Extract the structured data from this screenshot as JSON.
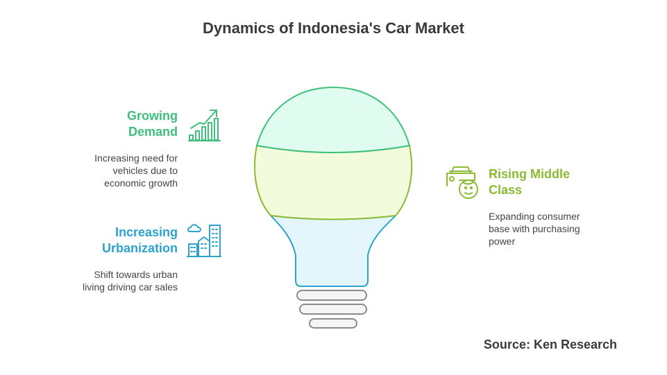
{
  "title": "Dynamics of Indonesia's Car Market",
  "items": [
    {
      "heading": "Growing Demand",
      "description": "Increasing need for vehicles due to economic growth",
      "color": "#3cbf7a",
      "icon": "growth-chart-icon"
    },
    {
      "heading": "Rising Middle Class",
      "description": "Expanding consumer base with purchasing power",
      "color": "#8bbb33",
      "icon": "car-and-person-icon"
    },
    {
      "heading": "Increasing Urbanization",
      "description": "Shift towards urban living driving car sales",
      "color": "#2ba3cc",
      "icon": "city-buildings-icon"
    }
  ],
  "source": "Source: Ken Research",
  "bulb_colors": {
    "top_fill": "#e0fcf0",
    "top_stroke": "#3cbf7a",
    "middle_fill": "#f2fbdc",
    "middle_stroke": "#8bbb33",
    "bottom_fill": "#e4f6fc",
    "bottom_stroke": "#2ba3cc",
    "base_fill": "#f5f5f5",
    "base_stroke": "#8a8a8a"
  }
}
